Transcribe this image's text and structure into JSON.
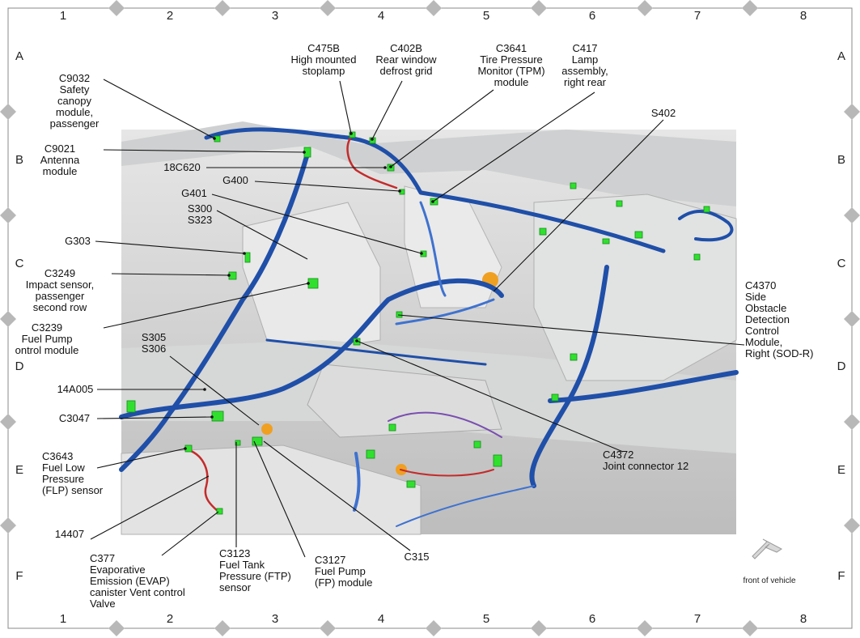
{
  "grid": {
    "columns": [
      "1",
      "2",
      "3",
      "4",
      "5",
      "6",
      "7",
      "8"
    ],
    "rows": [
      "A",
      "B",
      "C",
      "D",
      "E",
      "F"
    ]
  },
  "front_indicator": {
    "label": "front of vehicle",
    "icon": "front-arrow-icon"
  },
  "colors": {
    "harness_main": "#1f4fa8",
    "harness_light": "#3f72cf",
    "harness_red": "#c42b2b",
    "harness_purple": "#7a4fb0",
    "connector": "#31e02e",
    "orange_part": "#f0a020",
    "body": "#d9dadb",
    "leader": "#111111"
  },
  "labels": [
    {
      "id": "c9032",
      "lines": [
        "C9032",
        "Safety",
        "canopy",
        "module,",
        "passenger"
      ]
    },
    {
      "id": "c9021",
      "lines": [
        "C9021",
        "Antenna",
        "module"
      ]
    },
    {
      "id": "c475b",
      "lines": [
        "C475B",
        "High mounted",
        "stoplamp"
      ]
    },
    {
      "id": "c402b",
      "lines": [
        "C402B",
        "Rear window",
        "defrost grid"
      ]
    },
    {
      "id": "c3641",
      "lines": [
        "C3641",
        "Tire Pressure",
        "Monitor (TPM)",
        "module"
      ]
    },
    {
      "id": "c417",
      "lines": [
        "C417",
        "Lamp",
        "assembly,",
        "right rear"
      ]
    },
    {
      "id": "s402",
      "lines": [
        "S402"
      ]
    },
    {
      "id": "18c620",
      "lines": [
        "18C620"
      ]
    },
    {
      "id": "g400",
      "lines": [
        "G400"
      ]
    },
    {
      "id": "g401",
      "lines": [
        "G401"
      ]
    },
    {
      "id": "s300",
      "lines": [
        "S300",
        "S323"
      ]
    },
    {
      "id": "g303",
      "lines": [
        "G303"
      ]
    },
    {
      "id": "c3249",
      "lines": [
        "C3249",
        "Impact sensor,",
        "passenger",
        "second row"
      ]
    },
    {
      "id": "c3239",
      "lines": [
        "C3239",
        "Fuel Pump",
        "ontrol module"
      ]
    },
    {
      "id": "c4370",
      "lines": [
        "C4370",
        "Side",
        "Obstacle",
        "Detection",
        "Control",
        "Module,",
        "Right (SOD-R)"
      ]
    },
    {
      "id": "s305",
      "lines": [
        "S305",
        "S306"
      ]
    },
    {
      "id": "14a005",
      "lines": [
        "14A005"
      ]
    },
    {
      "id": "c3047",
      "lines": [
        "C3047"
      ]
    },
    {
      "id": "c3643",
      "lines": [
        "C3643",
        "Fuel Low",
        "Pressure",
        "(FLP) sensor"
      ]
    },
    {
      "id": "c4372",
      "lines": [
        "C4372",
        "Joint connector 12"
      ]
    },
    {
      "id": "14407",
      "lines": [
        "14407"
      ]
    },
    {
      "id": "c377",
      "lines": [
        "C377",
        "Evaporative",
        "Emission (EVAP)",
        "canister Vent control",
        "Valve"
      ]
    },
    {
      "id": "c3123",
      "lines": [
        "C3123",
        "Fuel Tank",
        "Pressure (FTP)",
        "sensor"
      ]
    },
    {
      "id": "c3127",
      "lines": [
        "C3127",
        "Fuel Pump",
        "(FP) module"
      ]
    },
    {
      "id": "c315",
      "lines": [
        "C315"
      ]
    }
  ]
}
